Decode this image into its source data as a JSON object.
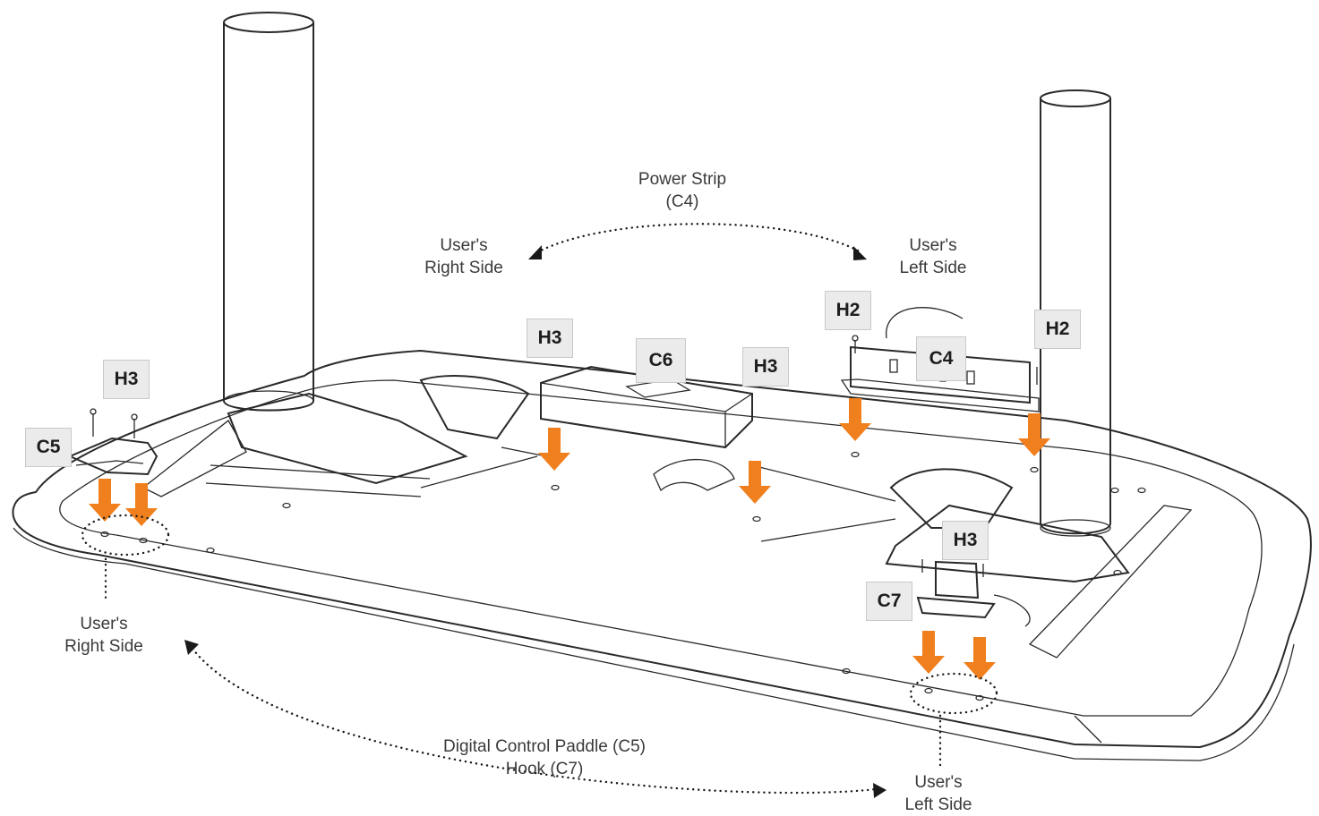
{
  "captions": {
    "power_strip": [
      "Power Strip",
      "(C4)"
    ],
    "top_right_side": [
      "User's",
      "Right Side"
    ],
    "top_left_side": [
      "User's",
      "Left Side"
    ],
    "bottom_right_side": [
      "User's",
      "Right Side"
    ],
    "bottom_left_side": [
      "User's",
      "Left Side"
    ],
    "paddle_hook": [
      "Digital Control Paddle (C5)",
      "Hook (C7)"
    ]
  },
  "badges": {
    "h3_paddle": "H3",
    "c5": "C5",
    "h3_box_left": "H3",
    "c6": "C6",
    "h3_box_right": "H3",
    "h2_left": "H2",
    "c4": "C4",
    "h2_right": "H2",
    "h3_hook": "H3",
    "c7": "C7"
  },
  "colors": {
    "arrow": "#f07f1e",
    "badge_bg": "#ebebeb",
    "line": "#2a2a2a",
    "part_fill": "#e3e3e3"
  }
}
